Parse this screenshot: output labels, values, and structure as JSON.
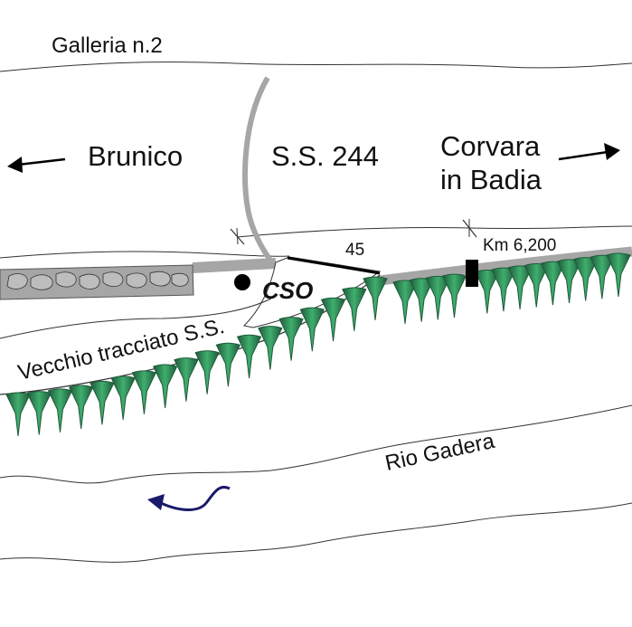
{
  "labels": {
    "tunnel": "Galleria n.2",
    "west": "Brunico",
    "road": "S.S. 244",
    "east_line1": "Corvara",
    "east_line2": "in Badia",
    "distance": "45",
    "km_marker": "Km 6,200",
    "cso": "CSO",
    "old_road": "Vecchio tracciato S.S.",
    "river": "Rio Gadera"
  },
  "icons": {
    "west_arrow": "arrow-left-icon",
    "east_arrow": "arrow-right-icon",
    "flow_arrow": "curved-arrow-left-icon",
    "point": "filled-circle-icon",
    "km_post": "black-rectangle-icon"
  },
  "colors": {
    "road_gray": "#a6a6a6",
    "tree_green": "#2e8b57",
    "tree_dark": "#1f5a3a",
    "river_arrow": "#1a1a6b",
    "line": "#333333"
  }
}
